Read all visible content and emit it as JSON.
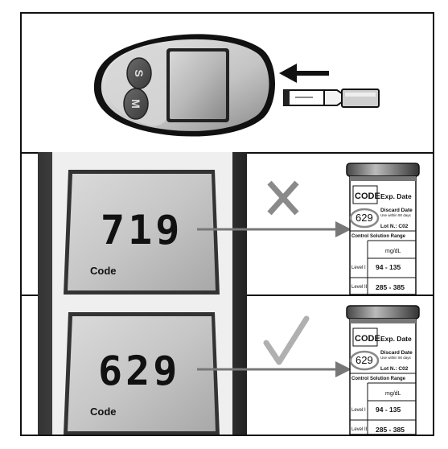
{
  "meter": {
    "button_top": "S",
    "button_bottom": "M"
  },
  "panels": [
    {
      "display_value": "719",
      "display_label": "Code",
      "result_mark": "cross",
      "vial": {
        "code_label": "CODE",
        "exp_label": "Exp. Date",
        "code_value": "629",
        "discard_label": "Discard Date",
        "discard_note": "Use within 90 days",
        "lot_label": "Lot N.: C02",
        "range_title": "Control Solution Range",
        "unit": "mg/dL",
        "level1_label": "Level I",
        "level1_range": "94 - 135",
        "level2_label": "Level II",
        "level2_range": "285 - 385"
      }
    },
    {
      "display_value": "629",
      "display_label": "Code",
      "result_mark": "check",
      "vial": {
        "code_label": "CODE",
        "exp_label": "Exp. Date",
        "code_value": "629",
        "discard_label": "Discard Date",
        "discard_note": "Use within 90 days",
        "lot_label": "Lot N.: C02",
        "range_title": "Control Solution Range",
        "unit": "mg/dL",
        "level1_label": "Level I",
        "level1_range": "94 - 135",
        "level2_label": "Level II",
        "level2_range": "285 - 385"
      }
    }
  ]
}
